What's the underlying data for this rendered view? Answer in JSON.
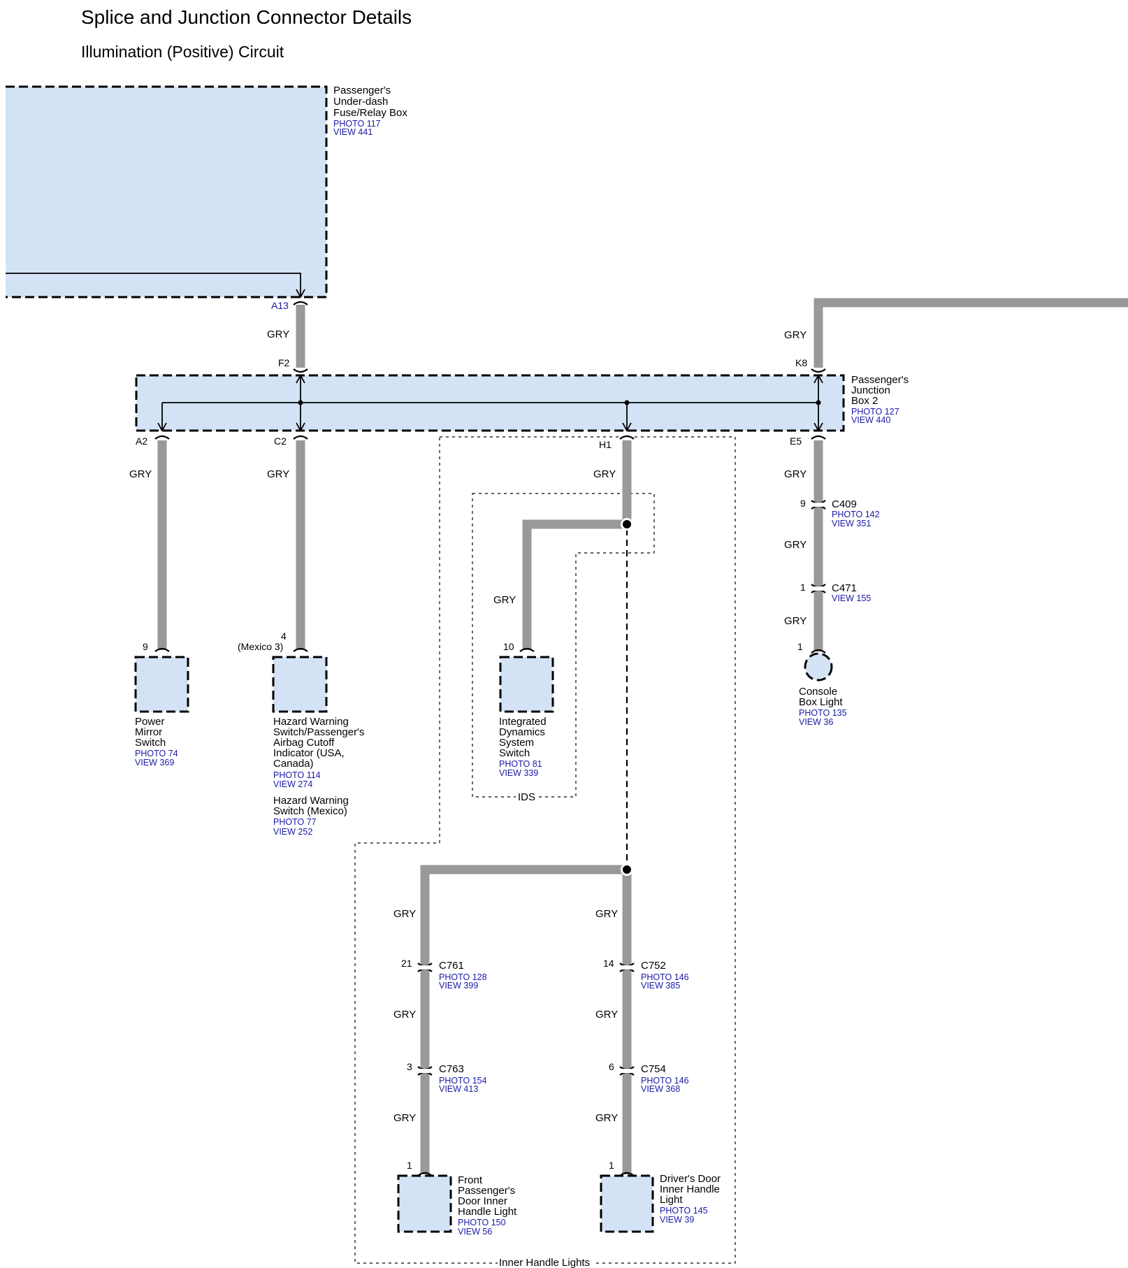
{
  "title": "Splice and Junction Connector Details",
  "subtitle": "Illumination (Positive) Circuit",
  "fuse_box": {
    "l1": "Passenger's",
    "l2": "Under-dash",
    "l3": "Fuse/Relay Box",
    "photo": "PHOTO 117",
    "view": "VIEW 441",
    "pin": "A13"
  },
  "junction_box": {
    "l1": "Passenger's",
    "l2": "Junction",
    "l3": "Box 2",
    "photo": "PHOTO 127",
    "view": "VIEW 440",
    "pin_f2": "F2",
    "pin_k8": "K8",
    "pin_a2": "A2",
    "pin_c2": "C2",
    "pin_h1": "H1",
    "pin_e5": "E5"
  },
  "wire_color": "GRY",
  "power_mirror": {
    "pin": "9",
    "l1": "Power",
    "l2": "Mirror",
    "l3": "Switch",
    "photo": "PHOTO 74",
    "view": "VIEW 369"
  },
  "hazard": {
    "pin": "4",
    "pin_alt": "(Mexico 3)",
    "l1": "Hazard Warning",
    "l2": "Switch/Passenger's",
    "l3": "Airbag Cutoff",
    "l4": "Indicator (USA,",
    "l5": "Canada)",
    "photo": "PHOTO 114",
    "view": "VIEW 274",
    "m1": "Hazard Warning",
    "m2": "Switch (Mexico)",
    "mphoto": "PHOTO 77",
    "mview": "VIEW 252"
  },
  "ids": {
    "pin": "10",
    "l1": "Integrated",
    "l2": "Dynamics",
    "l3": "System",
    "l4": "Switch",
    "photo": "PHOTO 81",
    "view": "VIEW 339",
    "group": "IDS"
  },
  "console": {
    "c409": "C409",
    "c409_pin": "9",
    "c409_photo": "PHOTO 142",
    "c409_view": "VIEW 351",
    "c471": "C471",
    "c471_pin": "1",
    "c471_view": "VIEW 155",
    "pin": "1",
    "l1": "Console",
    "l2": "Box Light",
    "photo": "PHOTO 135",
    "view": "VIEW 36"
  },
  "front_pass": {
    "c761": "C761",
    "c761_pin": "21",
    "c761_photo": "PHOTO 128",
    "c761_view": "VIEW 399",
    "c763": "C763",
    "c763_pin": "3",
    "c763_photo": "PHOTO 154",
    "c763_view": "VIEW 413",
    "pin": "1",
    "l1": "Front",
    "l2": "Passenger's",
    "l3": "Door Inner",
    "l4": "Handle Light",
    "photo": "PHOTO 150",
    "view": "VIEW 56"
  },
  "driver": {
    "c752": "C752",
    "c752_pin": "14",
    "c752_photo": "PHOTO 146",
    "c752_view": "VIEW 385",
    "c754": "C754",
    "c754_pin": "6",
    "c754_photo": "PHOTO 146",
    "c754_view": "VIEW 368",
    "pin": "1",
    "l1": "Driver's Door",
    "l2": "Inner Handle",
    "l3": "Light",
    "photo": "PHOTO 145",
    "view": "VIEW 39"
  },
  "inner_group": "Inner Handle Lights"
}
